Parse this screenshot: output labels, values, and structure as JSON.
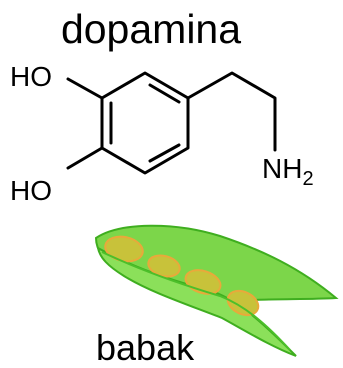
{
  "molecule": {
    "title": "dopamina",
    "groups": {
      "hydroxyl_1": "HO",
      "hydroxyl_2": "HO",
      "amine_main": "NH",
      "amine_sub": "2"
    }
  },
  "plant": {
    "caption": "babak",
    "colors": {
      "pod_fill": "#7cd64a",
      "pod_stroke": "#3fae1f",
      "bean_fill": "#c8c23a",
      "bean_stroke": "#e9a93a"
    }
  }
}
